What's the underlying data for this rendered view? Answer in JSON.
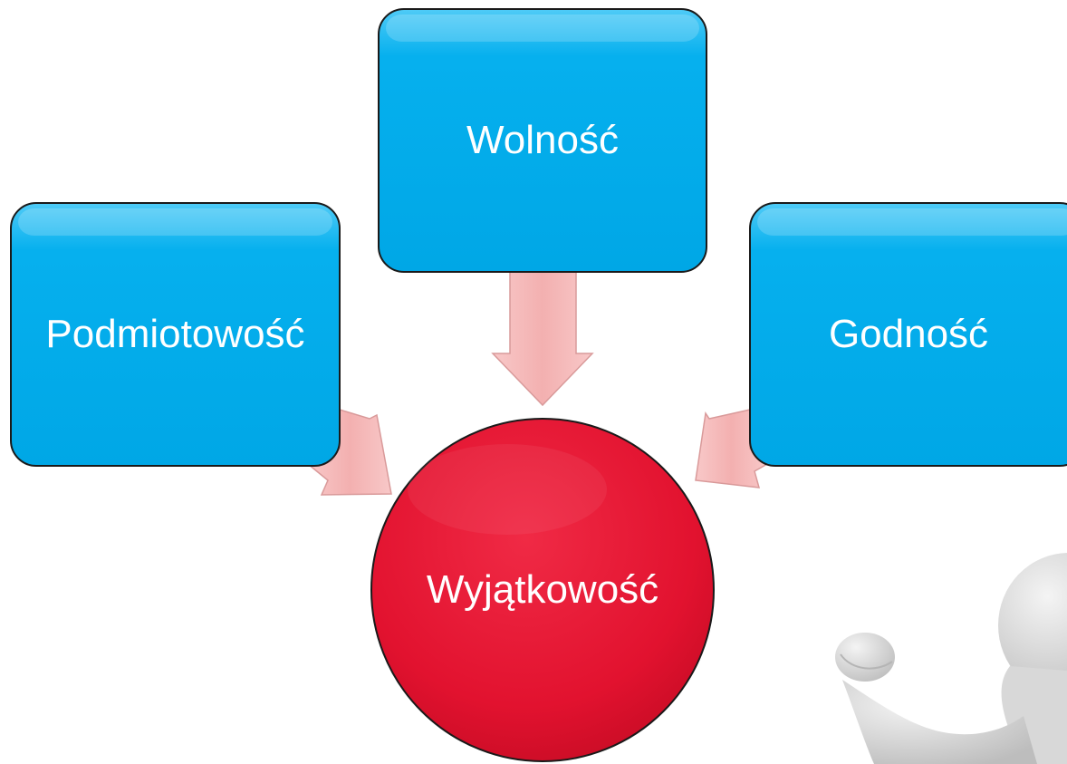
{
  "diagram": {
    "top_box": {
      "label": "Wolność"
    },
    "left_box": {
      "label": "Podmiotowość"
    },
    "right_box": {
      "label": "Godność"
    },
    "center_circle": {
      "label": "Wyjątkowość"
    }
  },
  "colors": {
    "box_fill": "#00AEEF",
    "box_fill_light": "#5FD2FA",
    "box_outline": "#1a1a1a",
    "circle_fill": "#E21230",
    "circle_highlight": "#F2475E",
    "arrow_fill": "#F5B8B8",
    "arrow_stroke": "#D99A9A",
    "figure_fill": "#E6E6E6"
  },
  "decorations": {
    "figure": "3d-person-figure"
  }
}
